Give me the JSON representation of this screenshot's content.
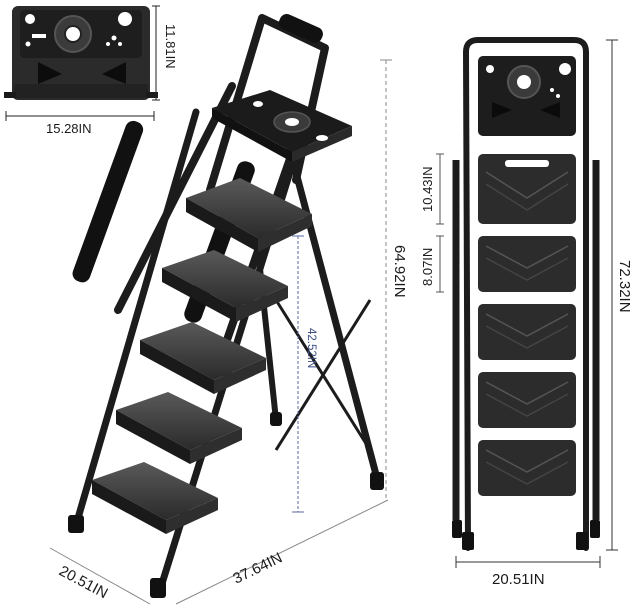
{
  "dimensions": {
    "tray_depth": "11.81IN",
    "tray_width": "15.28IN",
    "platform_height": "64.92IN",
    "top_step_height": "42.52IN",
    "base_depth": "37.64IN",
    "side_width": "20.51IN",
    "total_height": "72.32IN",
    "step_depth": "10.43IN",
    "step_spacing": "8.07IN",
    "front_width": "20.51IN"
  },
  "colors": {
    "frame": "#1c1c1c",
    "step": "#3a3a3a",
    "step_tread": "#4a4a4a",
    "accent_line": "#5a6aa0"
  },
  "step_count": 5
}
